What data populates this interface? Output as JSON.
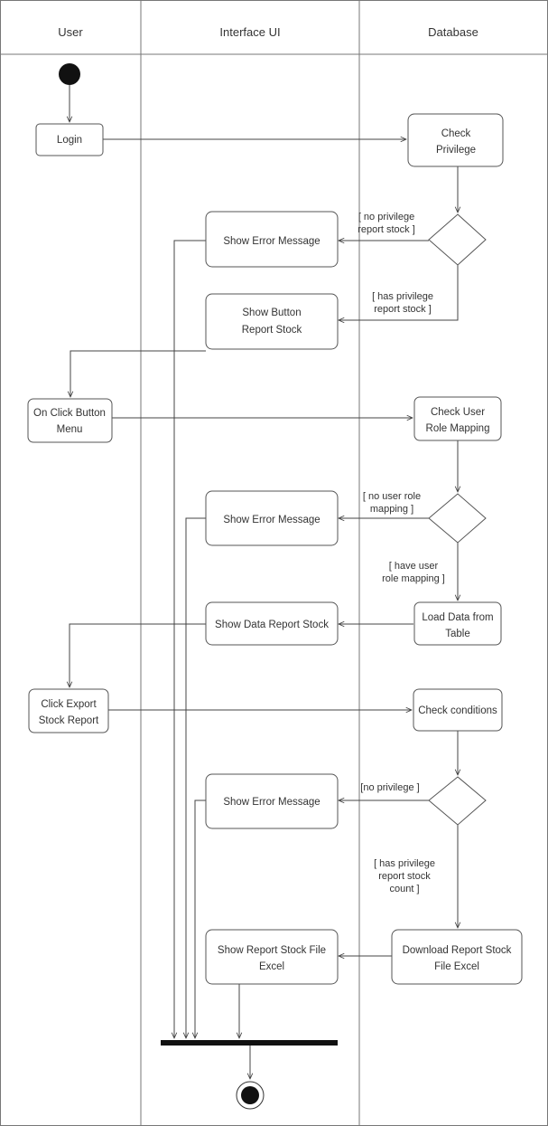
{
  "lanes": [
    {
      "id": "user",
      "title": "User"
    },
    {
      "id": "ui",
      "title": "Interface UI"
    },
    {
      "id": "db",
      "title": "Database"
    }
  ],
  "nodes": {
    "login": {
      "lines": [
        "Login"
      ]
    },
    "check_privilege": {
      "lines": [
        "Check",
        "Privilege"
      ]
    },
    "error_1": {
      "lines": [
        "Show Error Message"
      ]
    },
    "show_button": {
      "lines": [
        "Show Button",
        "Report Stock"
      ]
    },
    "on_click_menu": {
      "lines": [
        "On Click Button",
        "Menu"
      ]
    },
    "check_role": {
      "lines": [
        "Check User",
        "Role Mapping"
      ]
    },
    "error_2": {
      "lines": [
        "Show Error Message"
      ]
    },
    "load_data": {
      "lines": [
        "Load Data from",
        "Table"
      ]
    },
    "show_data": {
      "lines": [
        "Show Data Report Stock"
      ]
    },
    "click_export": {
      "lines": [
        "Click Export",
        "Stock Report"
      ]
    },
    "check_conditions": {
      "lines": [
        "Check conditions"
      ]
    },
    "error_3": {
      "lines": [
        "Show Error Message"
      ]
    },
    "download": {
      "lines": [
        "Download Report Stock",
        "File Excel"
      ]
    },
    "show_excel": {
      "lines": [
        "Show Report Stock File",
        "Excel"
      ]
    }
  },
  "guards": {
    "no_privilege_report": {
      "lines": [
        "[ no privilege",
        "report stock ]"
      ]
    },
    "has_privilege_report": {
      "lines": [
        "[ has privilege",
        "report stock ]"
      ]
    },
    "no_user_role": {
      "lines": [
        "[ no user role",
        "mapping ]"
      ]
    },
    "have_user_role": {
      "lines": [
        "[ have user",
        "role mapping ]"
      ]
    },
    "no_privilege": {
      "lines": [
        "[no privilege ]"
      ]
    },
    "has_privilege_count": {
      "lines": [
        "[ has privilege",
        "report stock",
        "count ]"
      ]
    }
  },
  "colors": {
    "stroke": "#444444",
    "lane": "#777777",
    "text": "#333333",
    "fill": "#ffffff",
    "dot": "#111111"
  }
}
